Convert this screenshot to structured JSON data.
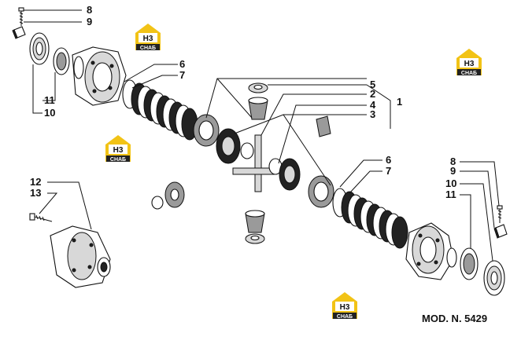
{
  "model_label": "MOD. N. 5429",
  "logo": {
    "main": "H3",
    "sub": "СНАБ",
    "color": "#f2c316"
  },
  "callouts": [
    "1",
    "2",
    "3",
    "4",
    "5",
    "6",
    "7",
    "6",
    "7",
    "8",
    "9",
    "8",
    "9",
    "10",
    "11",
    "10",
    "11",
    "12",
    "13"
  ]
}
